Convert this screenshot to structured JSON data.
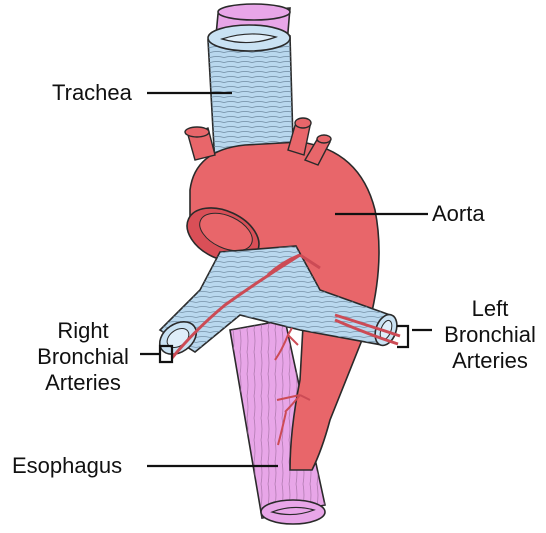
{
  "labels": {
    "trachea": "Trachea",
    "aorta": "Aorta",
    "right_bronchial": [
      "Right",
      "Bronchial",
      "Arteries"
    ],
    "left_bronchial": [
      "Left",
      "Bronchial",
      "Arteries"
    ],
    "esophagus": "Esophagus"
  },
  "colors": {
    "esophagus": "#e8a6e8",
    "trachea": "#b9d8ee",
    "aorta": "#e8666a",
    "artery": "#cc4b55",
    "outline": "#2a2a2a"
  }
}
